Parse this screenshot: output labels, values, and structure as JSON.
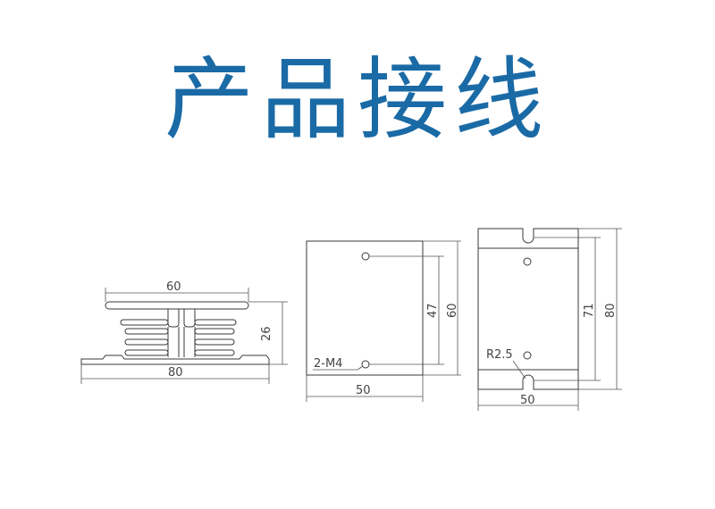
{
  "title": "产品接线",
  "heatsink": {
    "top_width": "60",
    "bottom_width": "80",
    "height": "26"
  },
  "front_view": {
    "hole_spacing": "47",
    "height": "60",
    "width": "50",
    "hole_label": "2-M4"
  },
  "side_view": {
    "inner_height": "71",
    "outer_height": "80",
    "width": "50",
    "radius": "R2.5"
  },
  "colors": {
    "title": "#1a6aa6",
    "lines": "#3a3a3a"
  }
}
